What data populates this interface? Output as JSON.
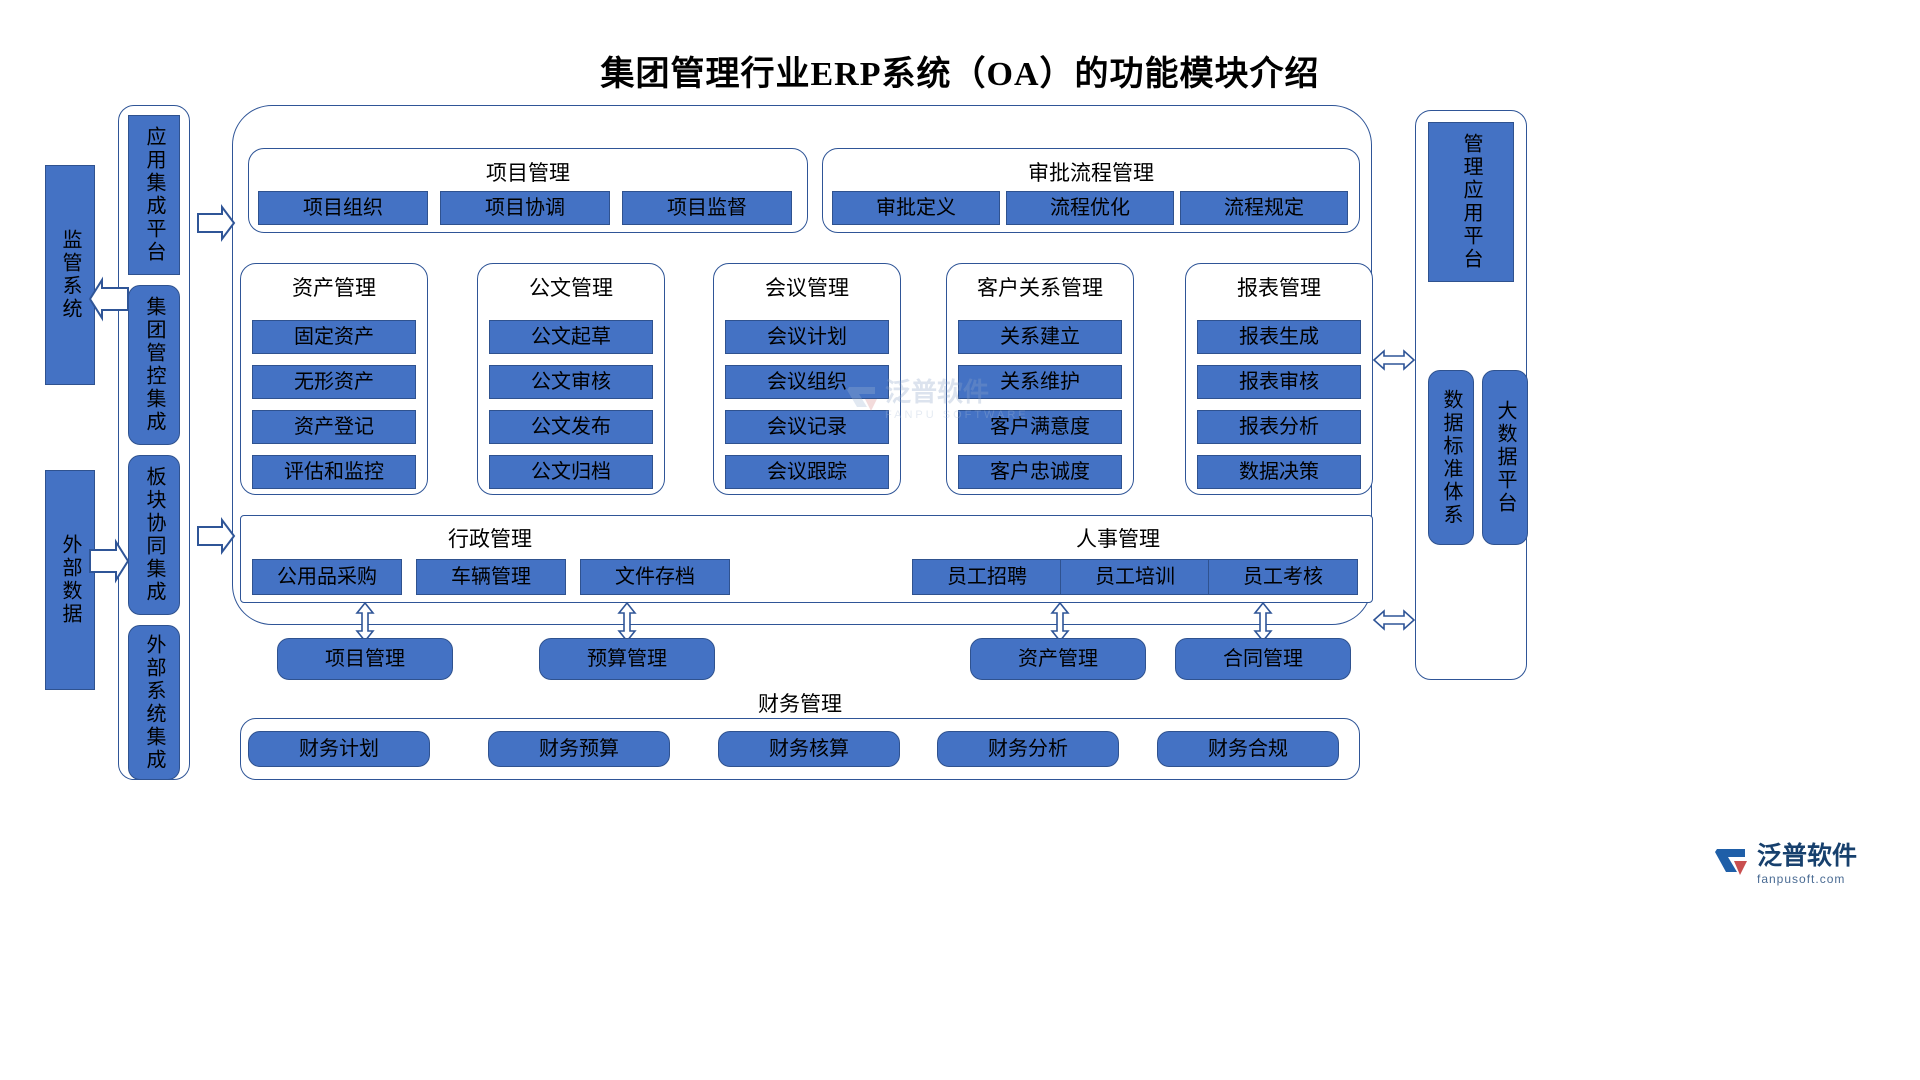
{
  "title": "集团管理行业ERP系统（OA）的功能模块介绍",
  "left_external": [
    {
      "label": "监管系统"
    },
    {
      "label": "外部数据"
    }
  ],
  "left_integration_column": [
    {
      "label": "应用集成平台"
    },
    {
      "label": "集团管控集成"
    },
    {
      "label": "板块协同集成"
    },
    {
      "label": "外部系统集成"
    }
  ],
  "right_platform_column": {
    "top": {
      "label": "管理应用平台"
    },
    "bottom": [
      {
        "label": "数据标准体系"
      },
      {
        "label": "大数据平台"
      }
    ]
  },
  "top_groups": [
    {
      "title": "项目管理",
      "items": [
        "项目组织",
        "项目协调",
        "项目监督"
      ]
    },
    {
      "title": "审批流程管理",
      "items": [
        "审批定义",
        "流程优化",
        "流程规定"
      ]
    }
  ],
  "middle_groups": [
    {
      "title": "资产管理",
      "items": [
        "固定资产",
        "无形资产",
        "资产登记",
        "评估和监控"
      ]
    },
    {
      "title": "公文管理",
      "items": [
        "公文起草",
        "公文审核",
        "公文发布",
        "公文归档"
      ]
    },
    {
      "title": "会议管理",
      "items": [
        "会议计划",
        "会议组织",
        "会议记录",
        "会议跟踪"
      ]
    },
    {
      "title": "客户关系管理",
      "items": [
        "关系建立",
        "关系维护",
        "客户满意度",
        "客户忠诚度"
      ]
    },
    {
      "title": "报表管理",
      "items": [
        "报表生成",
        "报表审核",
        "报表分析",
        "数据决策"
      ]
    }
  ],
  "admin_hr_band": {
    "admin_title": "行政管理",
    "admin_items": [
      "公用品采购",
      "车辆管理",
      "文件存档"
    ],
    "hr_title": "人事管理",
    "hr_items": [
      "员工招聘",
      "员工培训",
      "员工考核"
    ]
  },
  "linked_modules": [
    "项目管理",
    "预算管理",
    "资产管理",
    "合同管理"
  ],
  "finance": {
    "title": "财务管理",
    "items": [
      "财务计划",
      "财务预算",
      "财务核算",
      "财务分析",
      "财务合规"
    ]
  },
  "watermark": {
    "text": "泛普软件",
    "sub": "FANPU SOFTWARE"
  },
  "logo": {
    "text": "泛普软件",
    "sub": "fanpusoft.com"
  },
  "colors": {
    "fill": "#4472C4",
    "stroke": "#2F5597",
    "text": "#000000"
  }
}
